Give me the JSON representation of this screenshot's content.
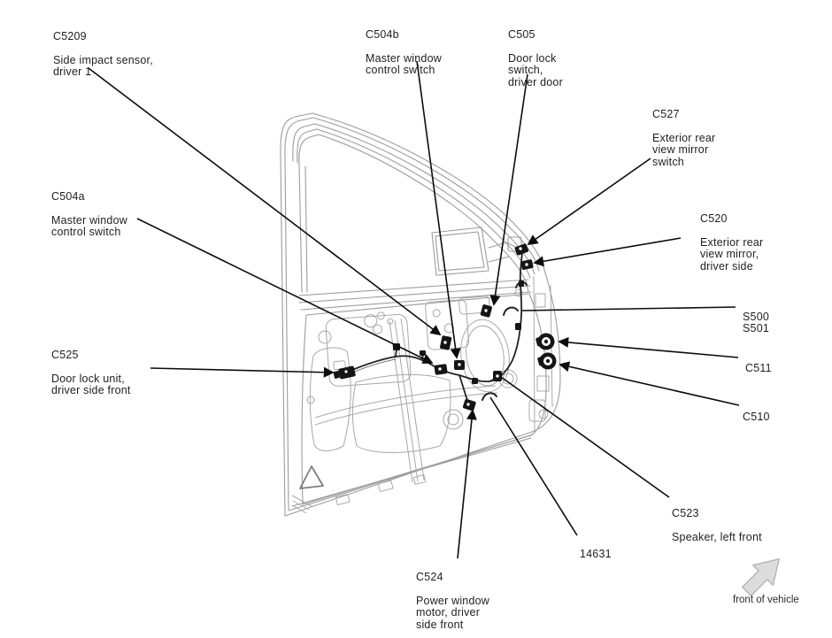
{
  "callouts": [
    {
      "id": "C5209",
      "desc": "Side impact sensor,\ndriver 1"
    },
    {
      "id": "C504b",
      "desc": "Master window\ncontrol switch"
    },
    {
      "id": "C505",
      "desc": "Door lock\nswitch,\ndriver door"
    },
    {
      "id": "C527",
      "desc": "Exterior rear\nview mirror\nswitch"
    },
    {
      "id": "C520",
      "desc": "Exterior rear\nview mirror,\ndriver side"
    },
    {
      "id": "S500\nS501",
      "desc": ""
    },
    {
      "id": "C511",
      "desc": ""
    },
    {
      "id": "C510",
      "desc": ""
    },
    {
      "id": "C523",
      "desc": "Speaker, left front"
    },
    {
      "id": "14631",
      "desc": ""
    },
    {
      "id": "C524",
      "desc": "Power window\nmotor, driver\nside front"
    },
    {
      "id": "C525",
      "desc": "Door lock unit,\ndriver side front"
    },
    {
      "id": "C504a",
      "desc": "Master window\ncontrol switch"
    }
  ],
  "compass": {
    "label": "front of vehicle"
  },
  "colors": {
    "line_art": "#9c9c9c",
    "harness": "#222222",
    "leader": "#0c0c0c",
    "compass_fill": "#dcdcdc"
  }
}
